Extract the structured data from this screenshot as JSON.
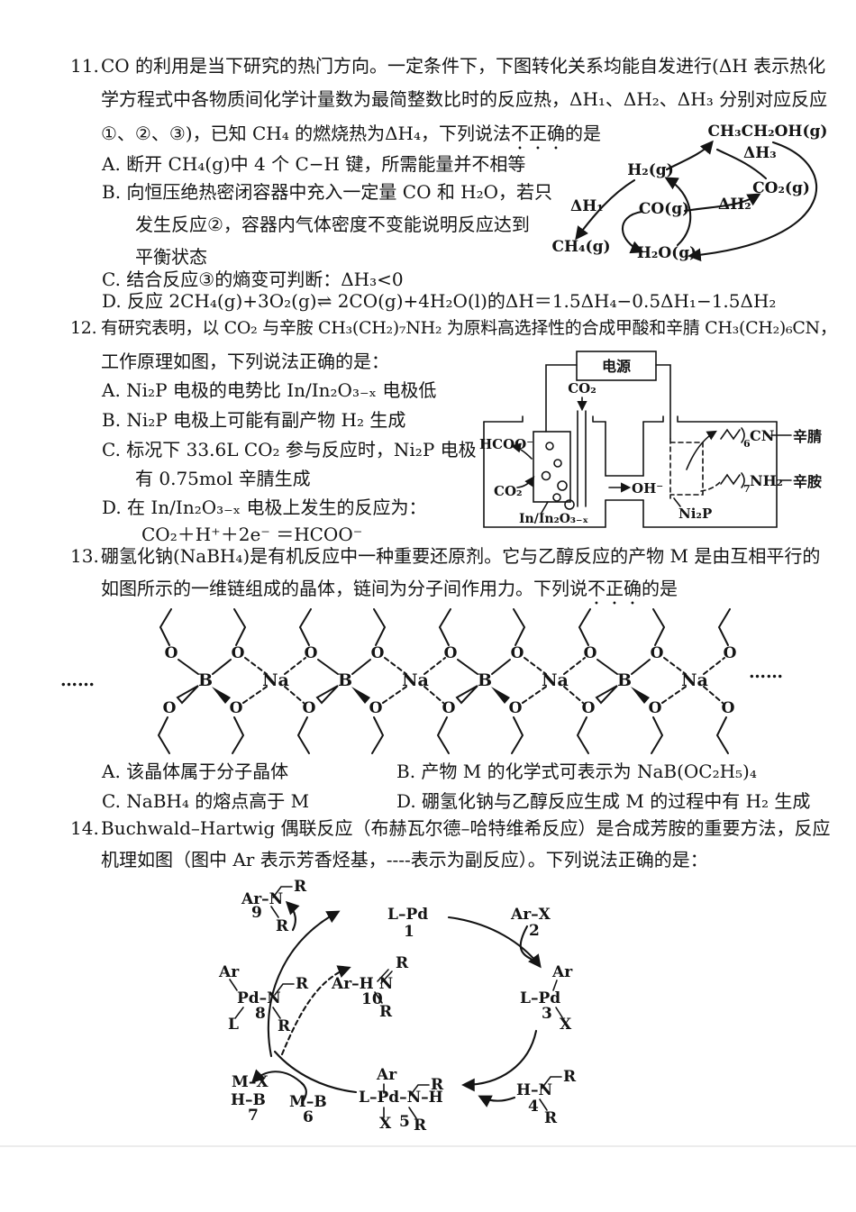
{
  "q11": {
    "number": "11.",
    "line1": "CO 的利用是当下研究的热门方向。一定条件下，下图转化关系均能自发进行(ΔH 表示热化",
    "line2": "学方程式中各物质间化学计量数为最简整数比时的反应热，ΔH₁、ΔH₂、ΔH₃ 分别对应反应",
    "line3_pre": "①、②、③)，已知 CH₄ 的燃烧热为ΔH₄，下列说法",
    "line3_emph": "不正确",
    "line3_post": "的是",
    "optionA": "A. 断开 CH₄(g)中 4 个 C−H 键，所需能量并不相等",
    "optionB1": "B. 向恒压绝热密闭容器中充入一定量 CO 和 H₂O，若只",
    "optionB2": "发生反应②，容器内气体密度不变能说明反应达到",
    "optionB3": "平衡状态",
    "optionC": "C. 结合反应③的熵变可判断：ΔH₃<0",
    "optionD": "D. 反应 2CH₄(g)+3O₂(g)⇌ 2CO(g)+4H₂O(l)的ΔH＝1.5ΔH₄−0.5ΔH₁−1.5ΔH₂",
    "diagram": {
      "ethanol": "CH₃CH₂OH(g)",
      "dh3": "ΔH₃",
      "h2": "H₂(g)",
      "co2": "CO₂(g)",
      "co": "CO(g)",
      "dh1": "ΔH₁",
      "dh2": "ΔH₂",
      "ch4": "CH₄(g)",
      "h2o": "H₂O(g)"
    }
  },
  "q12": {
    "number": "12.",
    "line1": "有研究表明，以 CO₂ 与辛胺 CH₃(CH₂)₇NH₂ 为原料高选择性的合成甲酸和辛腈 CH₃(CH₂)₆CN，",
    "line2": "工作原理如图，下列说法正确的是：",
    "optionA": "A. Ni₂P 电极的电势比 In/In₂O₃₋ₓ 电极低",
    "optionB": "B. Ni₂P 电极上可能有副产物 H₂ 生成",
    "optionC1": "C. 标况下 33.6L CO₂ 参与反应时，Ni₂P 电极",
    "optionC2": "有 0.75mol 辛腈生成",
    "optionD1": "D. 在 In/In₂O₃₋ₓ 电极上发生的反应为：",
    "optionD2": "CO₂＋H⁺＋2e⁻ ＝HCOO⁻",
    "diagram": {
      "power": "电源",
      "co2_feed": "CO₂",
      "hcoo": "HCOO⁻",
      "co2_left": "CO₂",
      "left_electrode": "In/In₂O₃₋ₓ",
      "oh": "OH⁻",
      "ni2p": "Ni₂P",
      "six": "6",
      "cn": "CN",
      "seven": "7",
      "nh2": "NH₂",
      "nitrile": "辛腈",
      "amine": "辛胺"
    }
  },
  "q13": {
    "number": "13.",
    "line1": "硼氢化钠(NaBH₄)是有机反应中一种重要还原剂。它与乙醇反应的产物 M 是由互相平行的",
    "line2_pre": "如图所示的一维链组成的晶体，链间为分子间作用力。下列说",
    "line2_emph": "不正确",
    "line2_post": "的是",
    "optionA": "A. 该晶体属于分子晶体",
    "optionB": "B. 产物 M 的化学式可表示为 NaB(OC₂H₅)₄",
    "optionC": "C. NaBH₄ 的熔点高于 M",
    "optionD": "D. 硼氢化钠与乙醇反应生成 M 的过程中有 H₂ 生成",
    "diagram": {
      "b": "B",
      "na": "Na",
      "o": "O",
      "dots": "……"
    }
  },
  "q14": {
    "number": "14.",
    "line1": "Buchwald–Hartwig 偶联反应（布赫瓦尔德–哈特维希反应）是合成芳胺的重要方法，反应",
    "line2": "机理如图（图中 Ar 表示芳香烃基，----表示为副反应）。下列说法正确的是：",
    "diagram": {
      "arN": "Ar–N",
      "r": "R",
      "n9": "9",
      "lPd": "L–Pd",
      "n1": "1",
      "arX": "Ar–X",
      "n2": "2",
      "arHN": "Ar–H N",
      "n10": "10",
      "ar": "Ar",
      "pdN": "Pd–N",
      "l": "L",
      "n8": "8",
      "n3": "3",
      "x": "X",
      "mX": "M–X",
      "hB": "H–B",
      "n7": "7",
      "mB": "M–B",
      "n6": "6",
      "lPdNH": "L–Pd–N–H",
      "n5": "5",
      "hN": "H–N",
      "n4": "4"
    }
  }
}
